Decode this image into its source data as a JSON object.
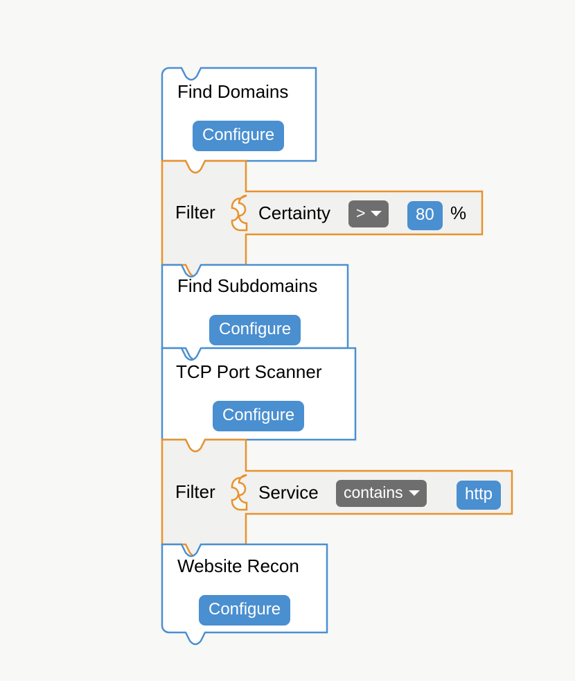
{
  "workspace": {
    "background_color": "#f8f8f7",
    "action_block_color": "#4a8fd0",
    "filter_block_color": "#e8922c",
    "button_color": "#4a8fd0",
    "dropdown_color": "#6e6e6e",
    "block_fill": "#ffffff",
    "filter_fill": "#f1f1ef"
  },
  "blocks": [
    {
      "id": "find-domains",
      "type": "action",
      "title": "Find Domains",
      "button_label": "Configure"
    },
    {
      "id": "filter-certainty",
      "type": "filter",
      "title": "Filter",
      "condition": {
        "field_label": "Certainty",
        "operator": ">",
        "value": "80",
        "unit": "%"
      }
    },
    {
      "id": "find-subdomains",
      "type": "action",
      "title": "Find Subdomains",
      "button_label": "Configure"
    },
    {
      "id": "tcp-port-scanner",
      "type": "action",
      "title": "TCP Port Scanner",
      "button_label": "Configure"
    },
    {
      "id": "filter-service",
      "type": "filter",
      "title": "Filter",
      "condition": {
        "field_label": "Service",
        "operator": "contains",
        "value": "http",
        "unit": ""
      }
    },
    {
      "id": "website-recon",
      "type": "action",
      "title": "Website Recon",
      "button_label": "Configure"
    }
  ]
}
